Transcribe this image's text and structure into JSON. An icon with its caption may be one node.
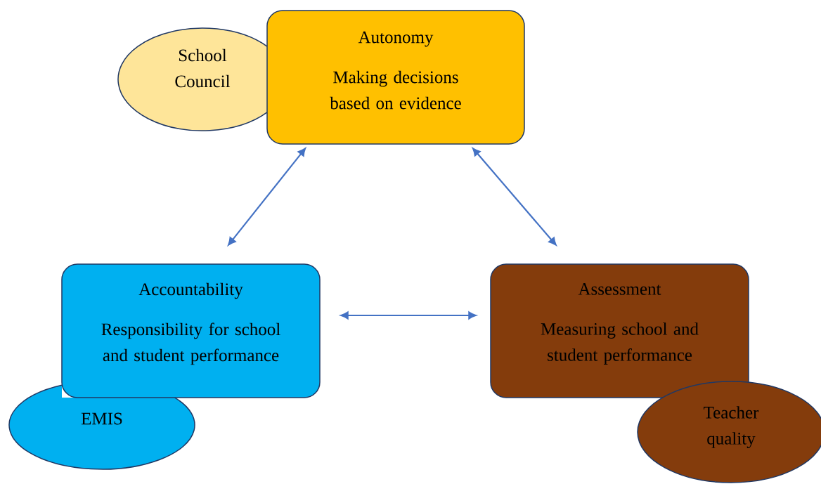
{
  "diagram": {
    "nodes": [
      {
        "text": [
          "Autonomy",
          "Making decisions based on evidence"
        ]
      },
      {
        "text": [
          "School Council"
        ]
      },
      {
        "text": [
          "Accountability",
          "Responsibility for school and student performance"
        ]
      },
      {
        "text": [
          "EMIS"
        ]
      },
      {
        "text": [
          "Assessment",
          "Measuring school and student performance"
        ]
      },
      {
        "text": [
          "Teacher quality"
        ]
      }
    ],
    "edges": [
      {
        "from": 0,
        "to": 2,
        "arrow": "both"
      },
      {
        "from": 0,
        "to": 4,
        "arrow": "both"
      },
      {
        "from": 2,
        "to": 4,
        "arrow": "both"
      }
    ]
  }
}
